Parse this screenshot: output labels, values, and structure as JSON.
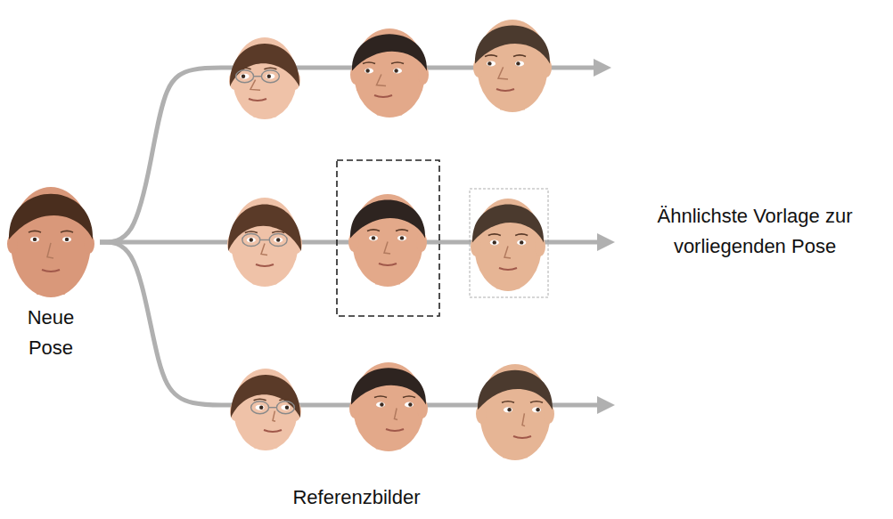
{
  "diagram": {
    "labels": [
      "Neue Pose",
      "Ähnlichste Vorlage zur vorliegenden Pose",
      "Referenzbilder"
    ]
  }
}
